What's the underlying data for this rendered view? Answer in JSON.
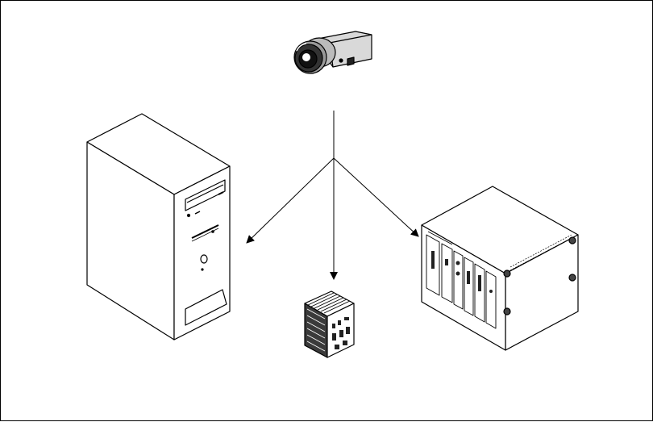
{
  "diagram": {
    "nodes": [
      {
        "id": "camera",
        "icon": "camera-icon"
      },
      {
        "id": "desktop-pc",
        "icon": "desktop-tower-icon"
      },
      {
        "id": "embedded-controller",
        "icon": "compact-vision-system-icon"
      },
      {
        "id": "pxi-chassis",
        "icon": "pxi-chassis-icon"
      }
    ],
    "edges": [
      {
        "from": "camera",
        "to": "desktop-pc"
      },
      {
        "from": "camera",
        "to": "embedded-controller"
      },
      {
        "from": "camera",
        "to": "pxi-chassis"
      }
    ],
    "colors": {
      "stroke": "#000000",
      "background": "#ffffff",
      "shade": "#555555"
    }
  }
}
